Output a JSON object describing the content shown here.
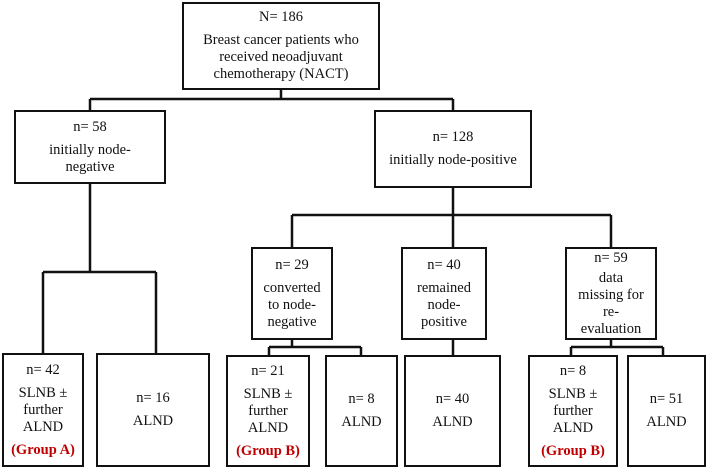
{
  "group_color": "#c00000",
  "nodes": {
    "root": {
      "n": "N= 186",
      "lines": [
        "Breast cancer patients who",
        "received neoadjuvant",
        "chemotherapy (NACT)"
      ]
    },
    "neg": {
      "n": "n= 58",
      "lines": [
        "initially node-",
        "negative"
      ]
    },
    "pos": {
      "n": "n= 128",
      "lines": [
        "initially node-positive"
      ]
    },
    "conv": {
      "n": "n= 29",
      "lines": [
        "converted",
        "to node-",
        "negative"
      ]
    },
    "rem": {
      "n": "n= 40",
      "lines": [
        "remained",
        "node-",
        "positive"
      ]
    },
    "miss": {
      "n": "n= 59",
      "lines": [
        "data",
        "missing for",
        "re-",
        "evaluation"
      ]
    },
    "a_slnb": {
      "n": "n= 42",
      "lines": [
        "SLNB ±",
        "further",
        "ALND"
      ],
      "group": "(Group A)"
    },
    "a_alnd": {
      "n": "n= 16",
      "lines": [
        "ALND"
      ]
    },
    "b1_slnb": {
      "n": "n= 21",
      "lines": [
        "SLNB ±",
        "further",
        "ALND"
      ],
      "group": "(Group B)"
    },
    "b1_alnd": {
      "n": "n= 8",
      "lines": [
        "ALND"
      ]
    },
    "rem_alnd": {
      "n": "n= 40",
      "lines": [
        "ALND"
      ]
    },
    "b2_slnb": {
      "n": "n= 8",
      "lines": [
        "SLNB ±",
        "further",
        "ALND"
      ],
      "group": "(Group B)"
    },
    "b2_alnd": {
      "n": "n= 51",
      "lines": [
        "ALND"
      ]
    }
  }
}
